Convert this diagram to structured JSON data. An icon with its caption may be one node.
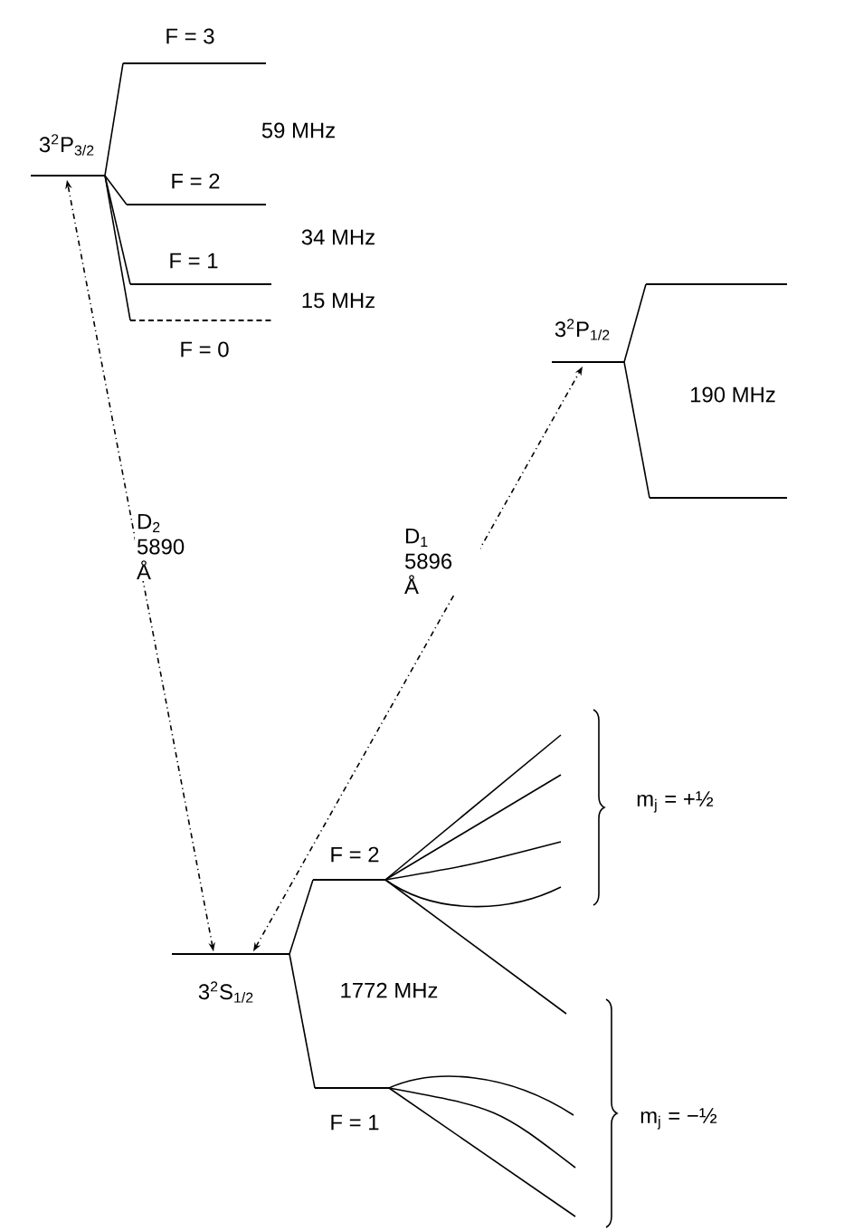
{
  "diagram": {
    "nodes": [
      {
        "text": [
          "3$^{2}$P$_{3/2}$"
        ]
      },
      {
        "text": [
          "F = 3"
        ]
      },
      {
        "text": [
          "F = 2"
        ]
      },
      {
        "text": [
          "F = 1"
        ]
      },
      {
        "text": [
          "F = 0"
        ]
      },
      {
        "text": [
          "3$^{2}$P$_{1/2}$"
        ]
      },
      {
        "text": [],
        "shape": "bar"
      },
      {
        "text": [],
        "shape": "bar"
      },
      {
        "text": [
          "3$^{2}$S$_{1/2}$"
        ]
      },
      {
        "text": [
          "F = 2"
        ]
      },
      {
        "text": [
          "F = 1"
        ]
      }
    ],
    "edges": [
      {
        "from": 0,
        "to": 1,
        "arrow": "none"
      },
      {
        "from": 0,
        "to": 2,
        "arrow": "none"
      },
      {
        "from": 0,
        "to": 3,
        "arrow": "none"
      },
      {
        "from": 0,
        "to": 4,
        "arrow": "none"
      },
      {
        "from": 5,
        "to": 6,
        "arrow": "none"
      },
      {
        "from": 5,
        "to": 7,
        "arrow": "none"
      },
      {
        "from": 8,
        "to": 9,
        "arrow": "none"
      },
      {
        "from": 8,
        "to": 10,
        "arrow": "none"
      },
      {
        "from": 8,
        "to": 0,
        "arrow": "both",
        "style": "dashed",
        "label": "D$_{2}$ 5890 Å"
      },
      {
        "from": 8,
        "to": 5,
        "arrow": "both",
        "style": "dashed",
        "label": "D$_{1}$ 5896 Å"
      }
    ],
    "labels": [
      "59 MHz",
      "34 MHz",
      "15 MHz",
      "190 MHz",
      "m$_{j}$ = +½",
      "1772 MHz",
      "m$_{j}$ = −½"
    ]
  }
}
